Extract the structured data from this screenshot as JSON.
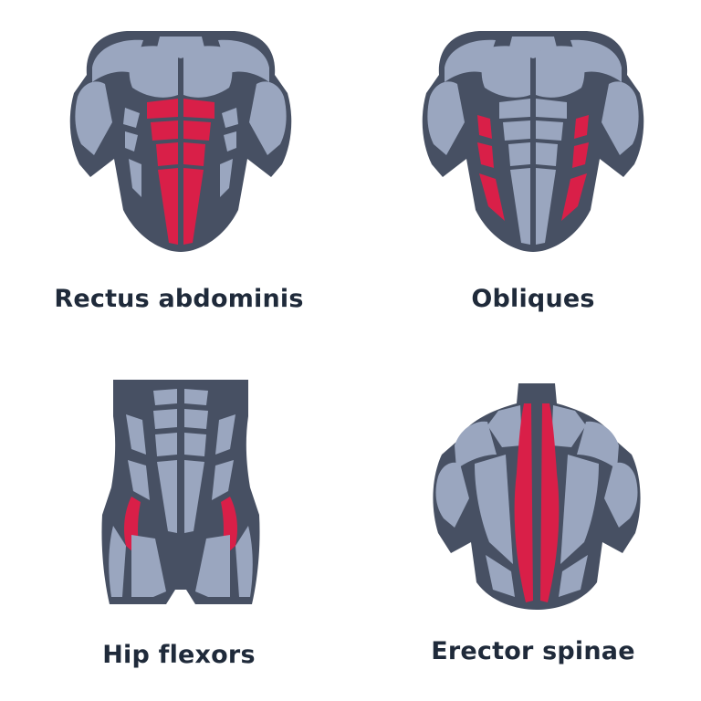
{
  "panels": [
    {
      "label": "Rectus abdominis",
      "icon": "rectus-abdominis-torso-icon"
    },
    {
      "label": "Obliques",
      "icon": "obliques-torso-icon"
    },
    {
      "label": "Hip flexors",
      "icon": "hip-flexors-torso-icon"
    },
    {
      "label": "Erector spinae",
      "icon": "erector-spinae-back-icon"
    }
  ],
  "colors": {
    "background": "#ffffff",
    "outline": "#475063",
    "muscle": "#9aa6bf",
    "highlight": "#d91f48",
    "text": "#1f2a3a"
  }
}
